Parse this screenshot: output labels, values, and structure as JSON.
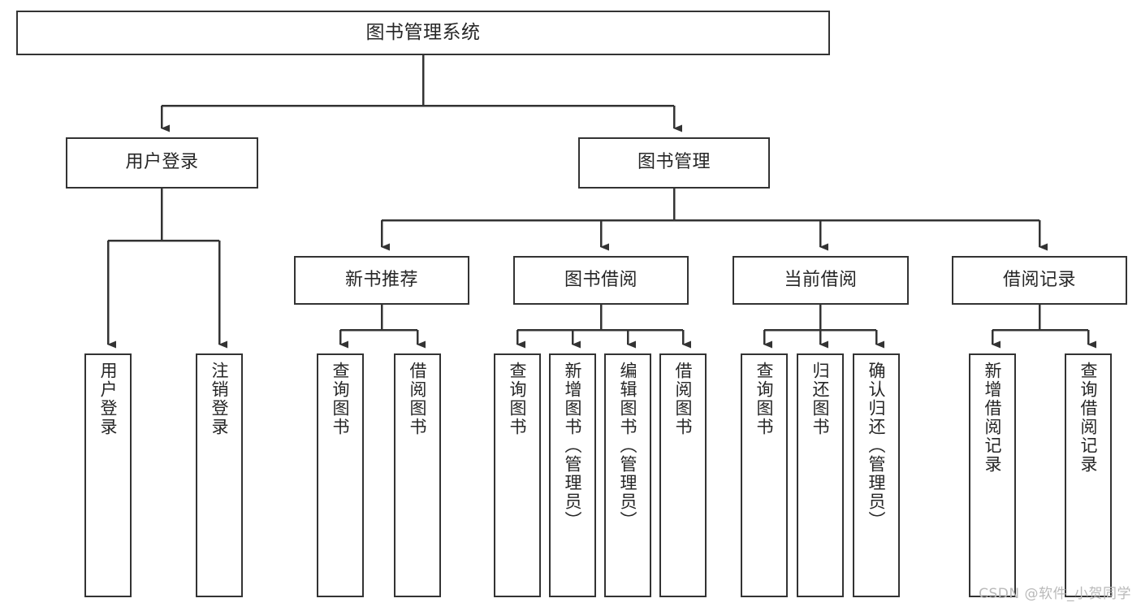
{
  "diagram": {
    "title": "图书管理系统",
    "type": "tree-hierarchy",
    "colors": {
      "node_border": "#333333",
      "node_fill": "#ffffff",
      "edge": "#333333",
      "text": "#262626",
      "watermark": "#b9b9b9",
      "background": "#ffffff"
    },
    "root": {
      "label": "图书管理系统"
    },
    "level2": [
      {
        "label": "用户登录"
      },
      {
        "label": "图书管理"
      }
    ],
    "level3": [
      {
        "label": "新书推荐"
      },
      {
        "label": "图书借阅"
      },
      {
        "label": "当前借阅"
      },
      {
        "label": "借阅记录"
      }
    ],
    "leaves": {
      "user_login": [
        {
          "label": "用户登录"
        },
        {
          "label": "注销登录"
        }
      ],
      "new_book_recommend": [
        {
          "label": "查询图书"
        },
        {
          "label": "借阅图书"
        }
      ],
      "book_borrow": [
        {
          "label": "查询图书"
        },
        {
          "label": "新增图书（管理员）"
        },
        {
          "label": "编辑图书（管理员）"
        },
        {
          "label": "借阅图书"
        }
      ],
      "current_borrow": [
        {
          "label": "查询图书"
        },
        {
          "label": "归还图书"
        },
        {
          "label": "确认归还（管理员）"
        }
      ],
      "borrow_records": [
        {
          "label": "新增借阅记录"
        },
        {
          "label": "查询借阅记录"
        }
      ]
    },
    "watermark": "CSDN @软件_小贺同学"
  }
}
